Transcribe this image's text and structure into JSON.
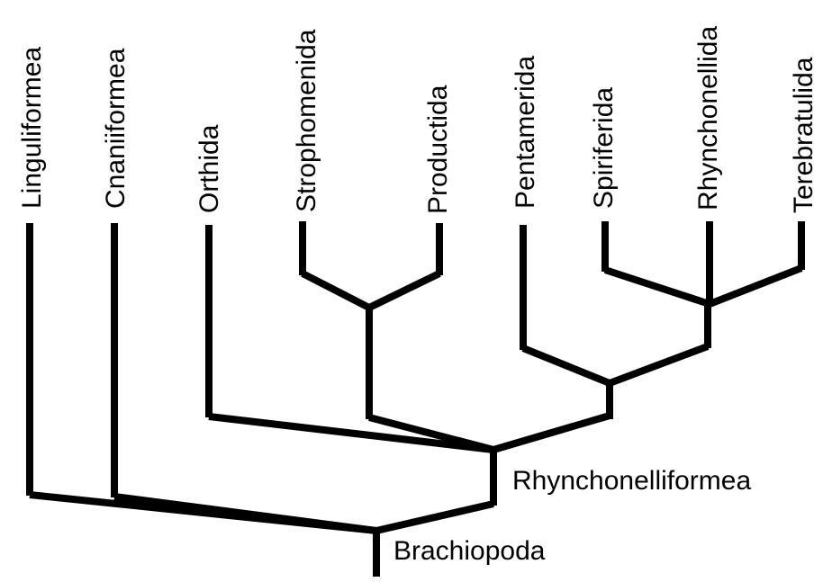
{
  "diagram": {
    "type": "cladogram",
    "line_color": "#000000",
    "taxa": [
      "Linguliformea",
      "Cnaniiformea",
      "Orthida",
      "Strophomenida",
      "Productida",
      "Pentamerida",
      "Spiriferida",
      "Rhynchonellida",
      "Terebratulida"
    ],
    "clades": {
      "rhynchonelliformea": "Rhynchonelliformea",
      "brachiopoda": "Brachiopoda"
    }
  }
}
